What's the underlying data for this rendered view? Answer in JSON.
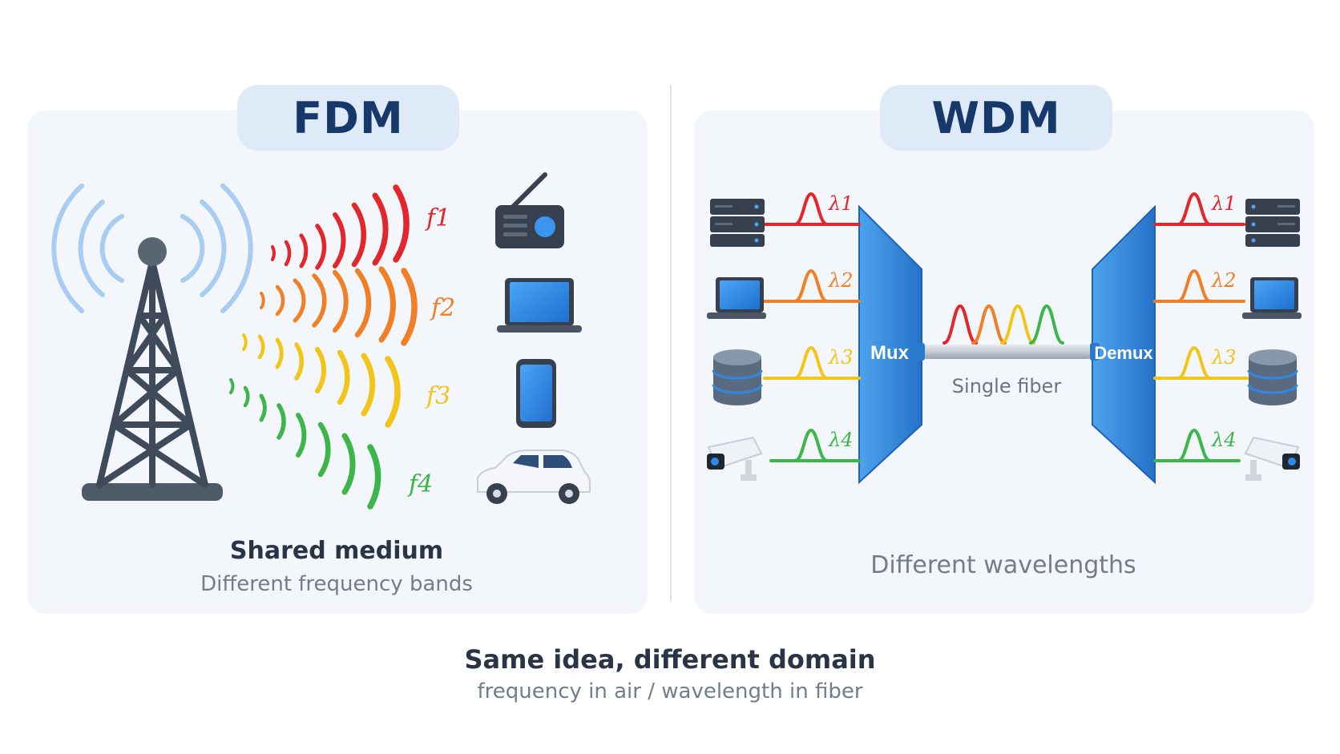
{
  "fdm": {
    "title": "FDM",
    "frequencies": [
      "f1",
      "f2",
      "f3",
      "f4"
    ],
    "devices": [
      "radio-icon",
      "laptop-icon",
      "smartphone-icon",
      "car-icon"
    ],
    "caption_main": "Shared medium",
    "caption_sub": "Different frequency bands"
  },
  "wdm": {
    "title": "WDM",
    "mux_label": "Mux",
    "demux_label": "Demux",
    "fiber_label": "Single fiber",
    "wavelengths": [
      "λ1",
      "λ2",
      "λ3",
      "λ4"
    ],
    "devices": [
      "server-icon",
      "laptop-icon",
      "database-icon",
      "security-camera-icon"
    ],
    "caption": "Different wavelengths"
  },
  "footer": {
    "main": "Same idea, different domain",
    "sub": "frequency in air / wavelength in fiber"
  },
  "colors": {
    "channel_1": "#e3262b",
    "channel_2": "#f07f25",
    "channel_3": "#f2c518",
    "channel_4": "#3cb54a",
    "title_text": "#17386b",
    "title_pill": "#deeaf8",
    "panel_bg": "#f3f7fc",
    "mux_blue": "#2f85d8",
    "device_dark": "#36404f",
    "screen_blue": "#2f88e6"
  }
}
